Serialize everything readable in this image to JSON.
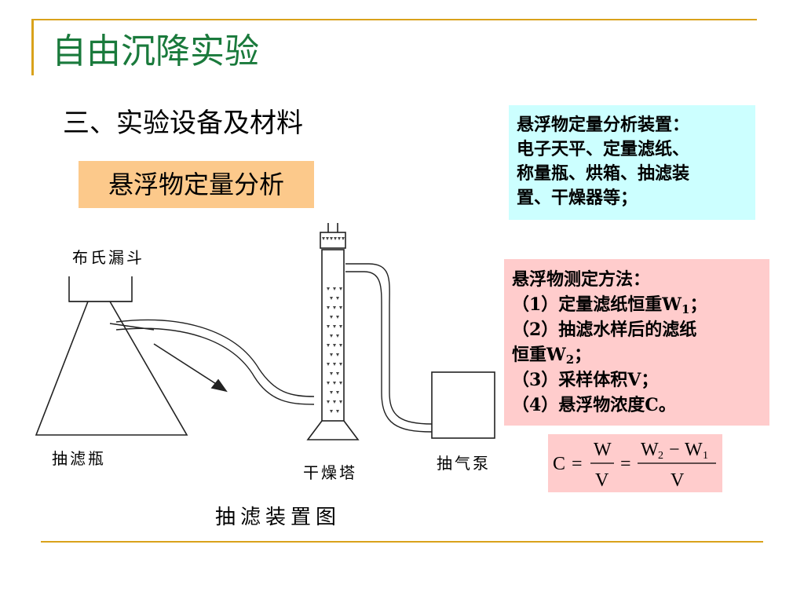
{
  "title": "自由沉降实验",
  "section_heading": "三、实验设备及材料",
  "highlight_tag": "悬浮物定量分析",
  "equipment_box": {
    "lines": [
      "悬浮物定量分析装置：",
      "电子天平、定量滤纸、",
      "称量瓶、烘箱、抽滤装",
      "置、干燥器等；"
    ]
  },
  "method_box": {
    "line1": "悬浮物测定方法：",
    "line2_prefix": "（1）定量滤纸恒重W",
    "line2_sub": "1",
    "line2_suffix": "；",
    "line3": "（2）抽滤水样后的滤纸",
    "line4_prefix": "恒重W",
    "line4_sub": "2",
    "line4_suffix": "；",
    "line5": "（3）采样体积V；",
    "line6": "（4）悬浮物浓度C。"
  },
  "formula": {
    "lhs": "C",
    "eq": "=",
    "num1": "W",
    "den1": "V",
    "num2": "W",
    "num2_sub_a": "2",
    "minus": "−",
    "num2_b": "W",
    "num2_sub_b": "1",
    "den2": "V"
  },
  "diagram_labels": {
    "buchner_funnel": "布氏漏斗",
    "suction_flask": "抽滤瓶",
    "drying_tower": "干燥塔",
    "vacuum_pump": "抽气泵",
    "caption": "抽滤装置图"
  },
  "colors": {
    "rule_gold": "#d9a21b",
    "title_green": "#1a7a3c",
    "tag_orange": "#fcc98b",
    "box_cyan": "#ccffff",
    "box_pink": "#ffcccc"
  }
}
